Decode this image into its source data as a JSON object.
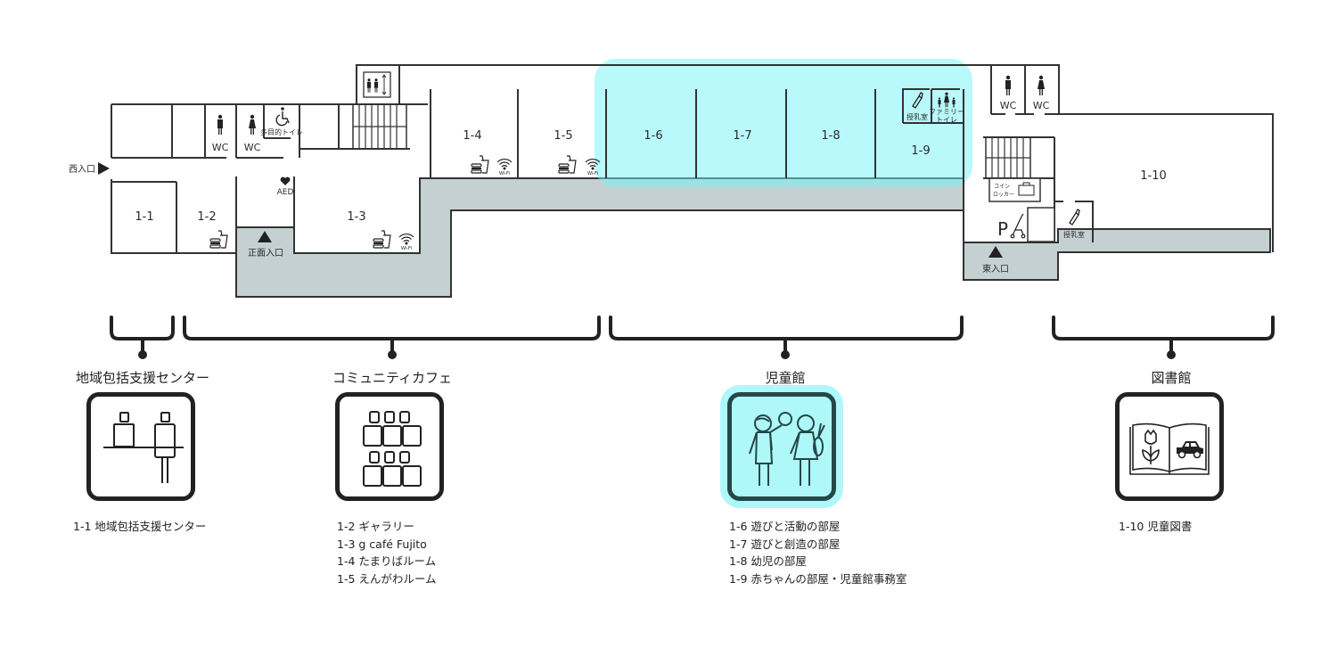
{
  "floor_plan": {
    "entrances": {
      "west": "西入口",
      "main": "正面入口",
      "east": "東入口"
    },
    "rooms": [
      {
        "id": "1-1",
        "label": "1-1"
      },
      {
        "id": "1-2",
        "label": "1-2"
      },
      {
        "id": "1-3",
        "label": "1-3"
      },
      {
        "id": "1-4",
        "label": "1-4"
      },
      {
        "id": "1-5",
        "label": "1-5"
      },
      {
        "id": "1-6",
        "label": "1-6"
      },
      {
        "id": "1-7",
        "label": "1-7"
      },
      {
        "id": "1-8",
        "label": "1-8"
      },
      {
        "id": "1-9",
        "label": "1-9"
      },
      {
        "id": "1-10",
        "label": "1-10"
      }
    ],
    "facilities": {
      "wc": "WC",
      "multipurpose_toilet": "多目的トイレ",
      "aed": "AED",
      "wifi": "Wi-Fi",
      "nursing_room": "授乳室",
      "family_toilet_line1": "ファミリー",
      "family_toilet_line2": "トイレ",
      "coin_locker_line1": "コイン",
      "coin_locker_line2": "ロッカー",
      "stroller_parking": "P"
    },
    "highlight_color": "#72f3f8"
  },
  "sections": [
    {
      "title": "地域包括支援センター",
      "icon": "reception-icon",
      "active": false,
      "items": [
        "1-1 地域包括支援センター"
      ]
    },
    {
      "title": "コミュニティカフェ",
      "icon": "cafe-seating-icon",
      "active": false,
      "items": [
        "1-2 ギャラリー",
        "1-3 g café Fujito",
        "1-4 たまりばルーム",
        "1-5 えんがわルーム"
      ]
    },
    {
      "title": "児童館",
      "icon": "children-playing-icon",
      "active": true,
      "items": [
        "1-6 遊びと活動の部屋",
        "1-7 遊びと創造の部屋",
        "1-8 幼児の部屋",
        "1-9 赤ちゃんの部屋・児童館事務室"
      ]
    },
    {
      "title": "図書館",
      "icon": "picture-book-icon",
      "active": false,
      "items": [
        "1-10 児童図書"
      ]
    }
  ],
  "colors": {
    "highlight": "#aef8fa",
    "corridor": "#c5d0d3",
    "line": "#222222"
  }
}
